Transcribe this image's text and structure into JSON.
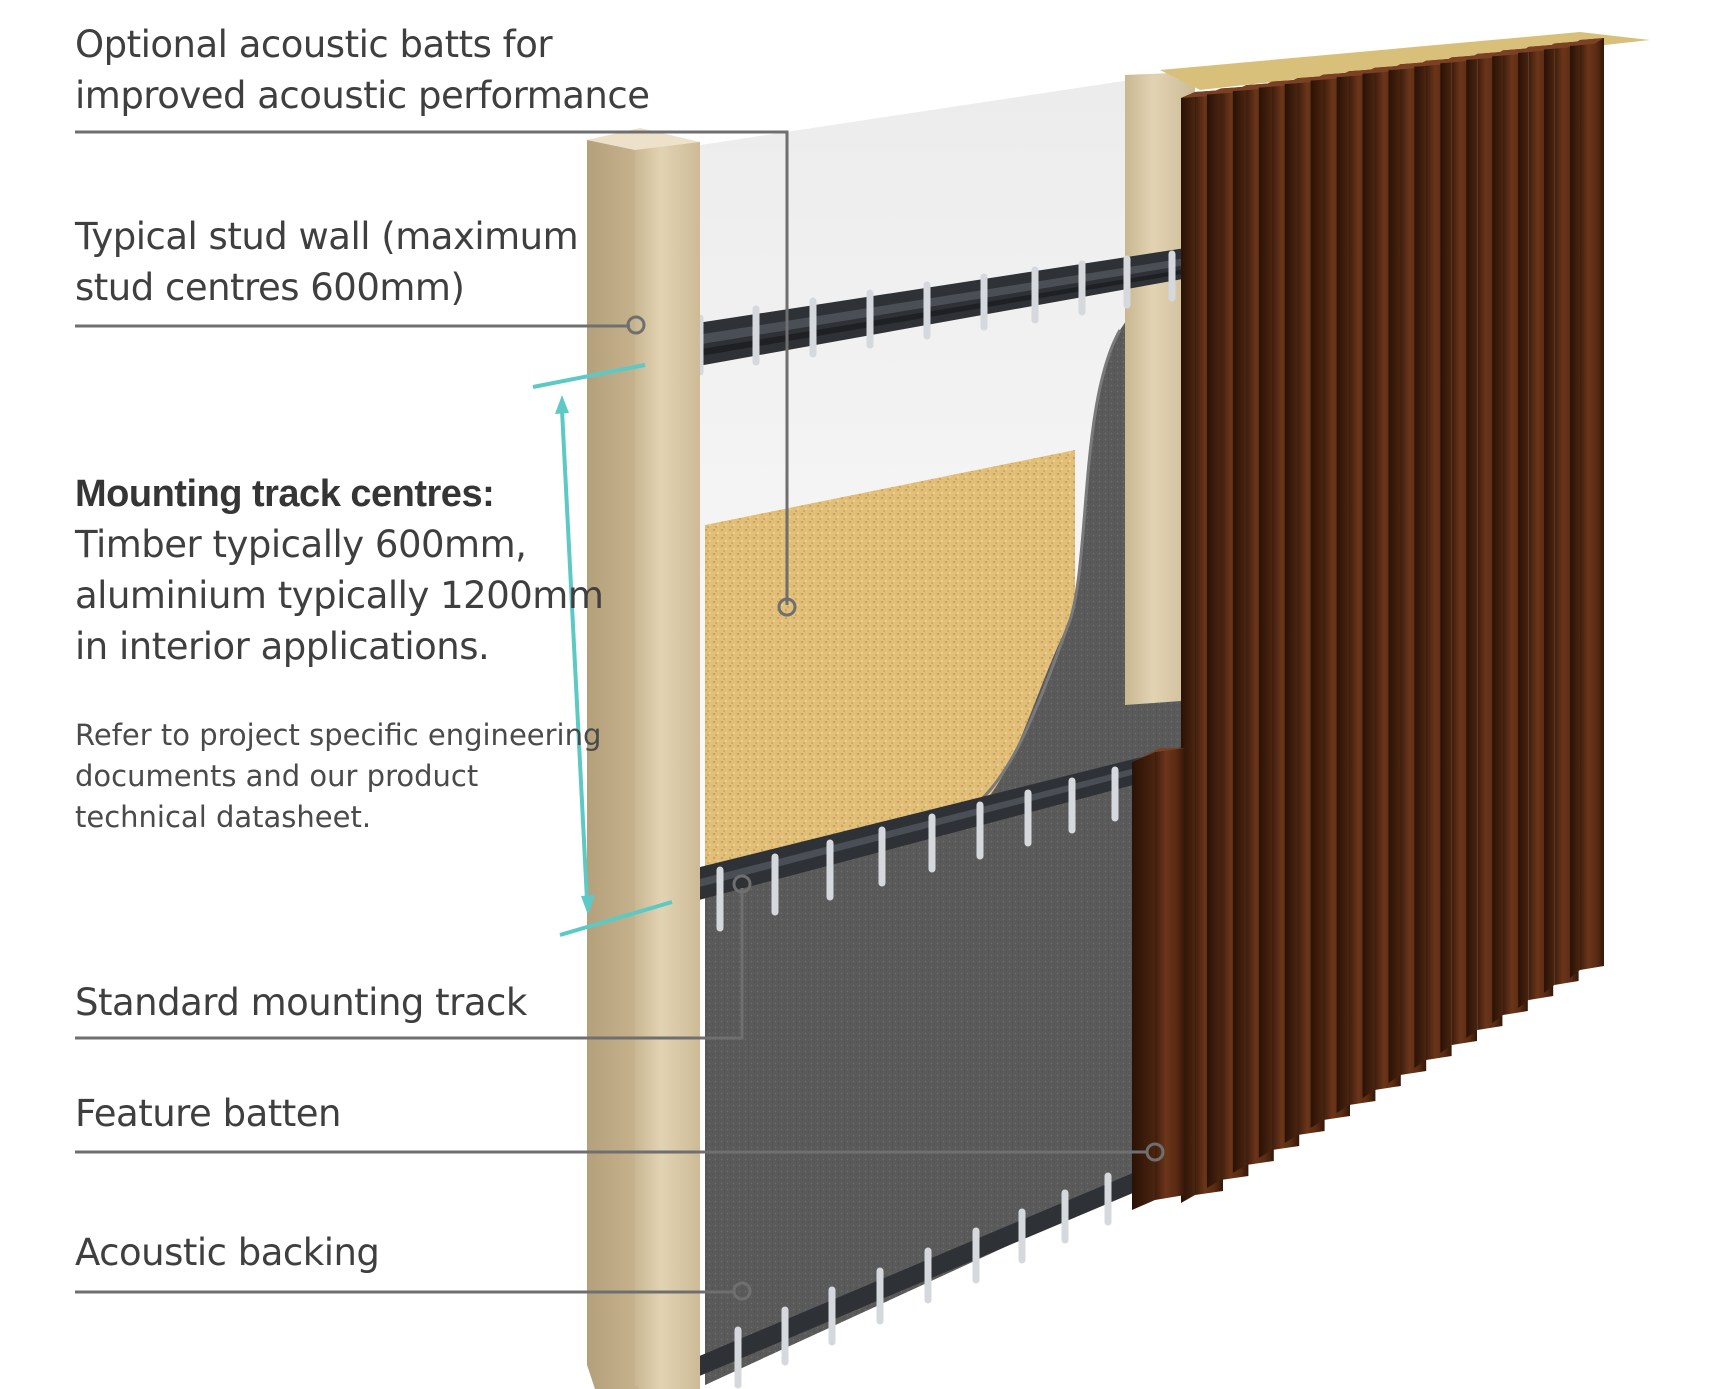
{
  "labels": {
    "acoustic_batts": [
      "Optional acoustic batts for",
      "improved acoustic performance"
    ],
    "stud_wall": [
      "Typical stud wall (maximum",
      "stud centres 600mm)"
    ],
    "track_centres_heading": "Mounting track centres:",
    "track_centres_body": [
      "Timber typically 600mm,",
      "aluminium typically 1200mm",
      "in interior applications."
    ],
    "reference_note": [
      "Refer to project specific engineering",
      "documents and our product",
      "technical datasheet."
    ],
    "standard_track": "Standard mounting track",
    "feature_batten": "Feature batten",
    "acoustic_backing": "Acoustic backing"
  },
  "colors": {
    "callout_line": "#6f6f6f",
    "dimension_accent": "#5cc9c5",
    "timber_stud": "#d9c9a6",
    "acoustic_batt": "#e3c27d",
    "acoustic_backing": "#5e5e5e",
    "feature_batten": "#5a2d17",
    "mounting_track": "#3a3d42",
    "wall_lining": "#f7f7f7"
  }
}
